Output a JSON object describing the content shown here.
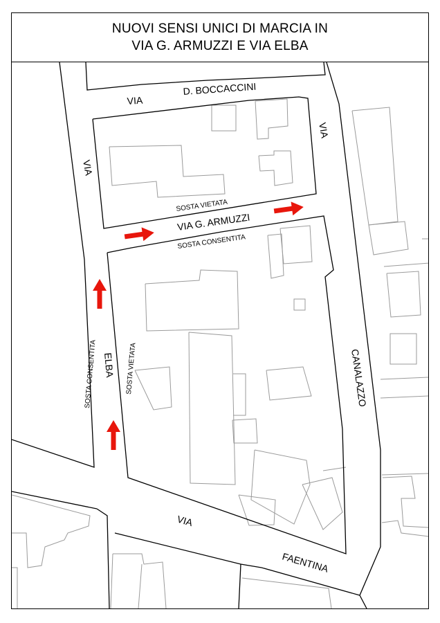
{
  "title": {
    "line1": "NUOVI SENSI UNICI DI MARCIA IN",
    "line2": "VIA G. ARMUZZI E VIA ELBA"
  },
  "streets": {
    "boccaccini_via": "VIA",
    "boccaccini_name": "D. BOCCACCINI",
    "canalazzo_via": "VIA",
    "canalazzo_name": "CANALAZZO",
    "elba_via": "VIA",
    "elba_name": "ELBA",
    "armuzzi_name": "VIA G. ARMUZZI",
    "faentina_via": "VIA",
    "faentina_name": "FAENTINA"
  },
  "parking": {
    "armuzzi_north": "SOSTA VIETATA",
    "armuzzi_south": "SOSTA CONSENTITA",
    "elba_west": "SOSTA CONSENTITA",
    "elba_east": "SOSTA VIETATA"
  },
  "colors": {
    "arrow": "#e8160c",
    "street_line": "#000000",
    "building_line": "#9a9a9a"
  },
  "icons": [
    "one-way-arrow-icon"
  ]
}
